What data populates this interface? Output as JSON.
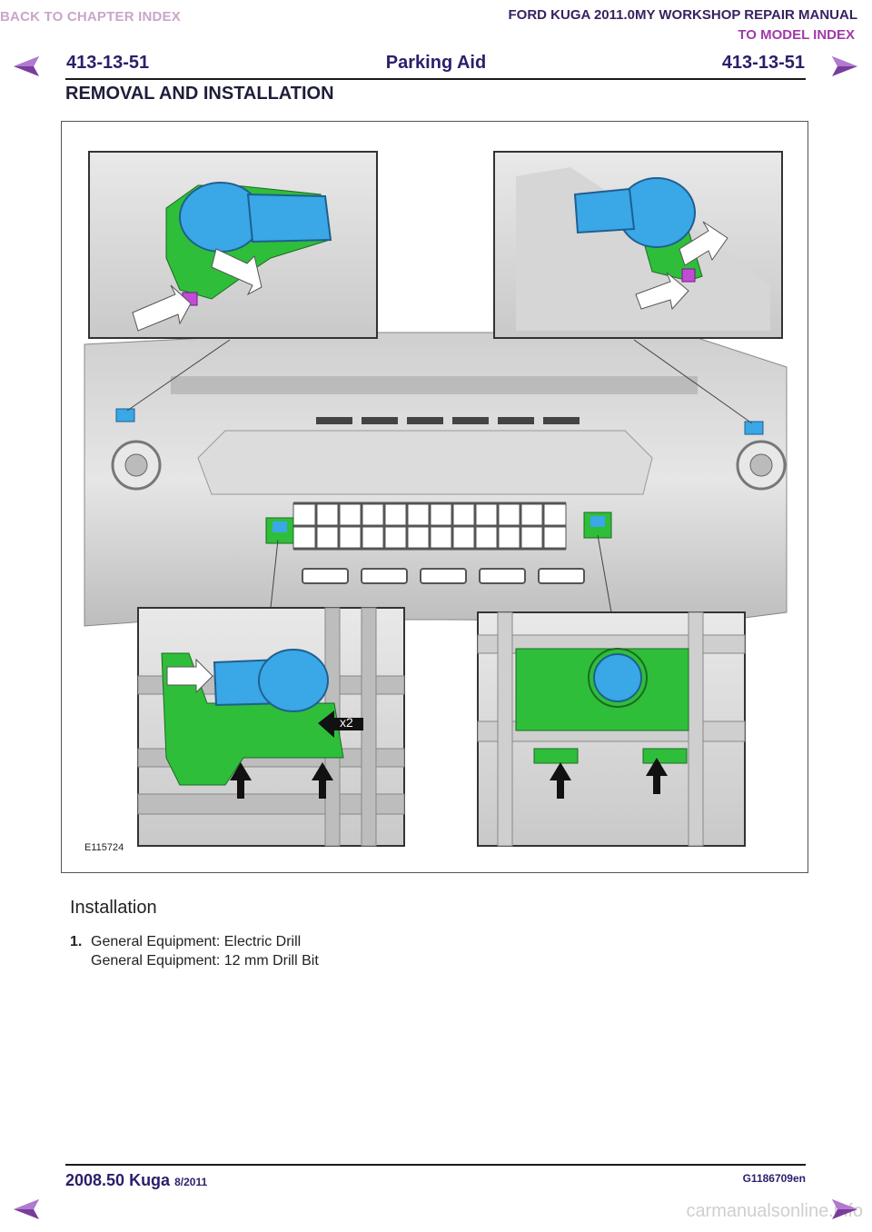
{
  "header": {
    "back_chapter": "BACK TO CHAPTER INDEX",
    "manual_title": "FORD KUGA 2011.0MY WORKSHOP REPAIR MANUAL",
    "model_index": "TO MODEL INDEX",
    "page_code_left": "413-13-51",
    "page_topic": "Parking Aid",
    "page_code_right": "413-13-51",
    "section": "REMOVAL AND INSTALLATION"
  },
  "figure": {
    "code": "E115724",
    "callout": "x2"
  },
  "content": {
    "heading": "Installation",
    "steps": [
      {
        "num": "1.",
        "lines": [
          "General Equipment: Electric Drill",
          "General Equipment: 12 mm Drill Bit"
        ]
      }
    ]
  },
  "footer": {
    "model": "2008.50 Kuga",
    "date": "8/2011",
    "doc_id": "G1186709en",
    "watermark": "carmanualsonline.info"
  },
  "colors": {
    "nav_arrow": "#7a3d9c",
    "sensor_blue": "#3aa7e6",
    "bracket_green": "#2fbe3a",
    "clip_magenta": "#c24bd6"
  }
}
